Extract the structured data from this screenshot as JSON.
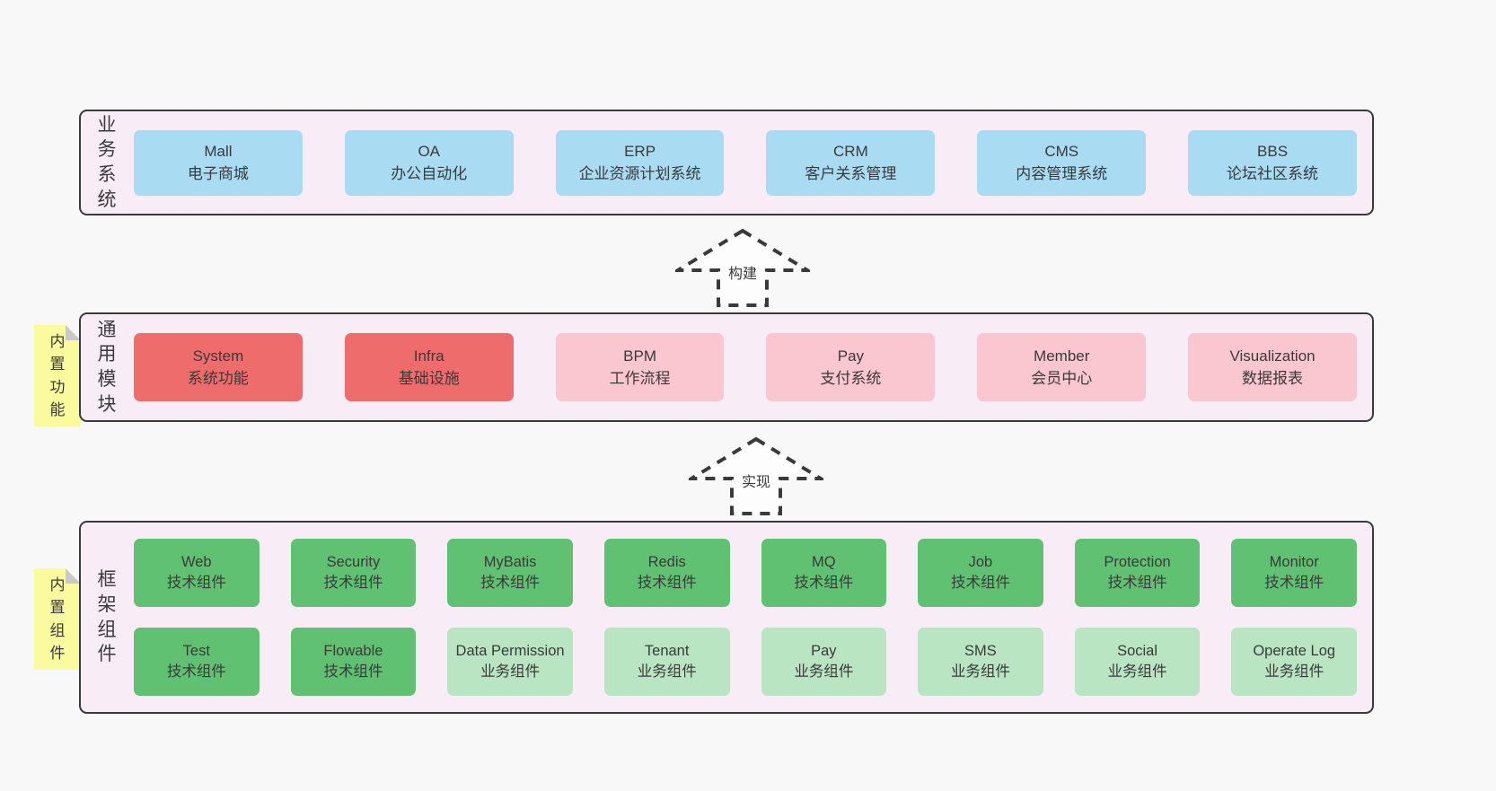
{
  "colors": {
    "page_bg": "#f8f8f8",
    "panel_bg": "#f8edf7",
    "panel_border": "#3a3a3a",
    "text": "#3a3a3a",
    "blue": "#a9dbf3",
    "red": "#ef6c6c",
    "pink": "#fac6d0",
    "green_dark": "#61c172",
    "green_light": "#b9e5c3",
    "note_bg": "#fafa9e",
    "note_fold": "#c9c9c9"
  },
  "arrows": [
    {
      "label": "构建"
    },
    {
      "label": "实现"
    }
  ],
  "layers": {
    "business": {
      "label": "业务系统",
      "boxes": [
        {
          "title": "Mall",
          "subtitle": "电子商城"
        },
        {
          "title": "OA",
          "subtitle": "办公自动化"
        },
        {
          "title": "ERP",
          "subtitle": "企业资源计划系统"
        },
        {
          "title": "CRM",
          "subtitle": "客户关系管理"
        },
        {
          "title": "CMS",
          "subtitle": "内容管理系统"
        },
        {
          "title": "BBS",
          "subtitle": "论坛社区系统"
        }
      ]
    },
    "modules": {
      "label": "通用模块",
      "note": "内置功能",
      "boxes": [
        {
          "title": "System",
          "subtitle": "系统功能",
          "variant": "red"
        },
        {
          "title": "Infra",
          "subtitle": "基础设施",
          "variant": "red"
        },
        {
          "title": "BPM",
          "subtitle": "工作流程",
          "variant": "pink"
        },
        {
          "title": "Pay",
          "subtitle": "支付系统",
          "variant": "pink"
        },
        {
          "title": "Member",
          "subtitle": "会员中心",
          "variant": "pink"
        },
        {
          "title": "Visualization",
          "subtitle": "数据报表",
          "variant": "pink"
        }
      ]
    },
    "framework": {
      "label": "框架组件",
      "note": "内置组件",
      "rows": [
        [
          {
            "title": "Web",
            "subtitle": "技术组件",
            "variant": "green-dark"
          },
          {
            "title": "Security",
            "subtitle": "技术组件",
            "variant": "green-dark"
          },
          {
            "title": "MyBatis",
            "subtitle": "技术组件",
            "variant": "green-dark"
          },
          {
            "title": "Redis",
            "subtitle": "技术组件",
            "variant": "green-dark"
          },
          {
            "title": "MQ",
            "subtitle": "技术组件",
            "variant": "green-dark"
          },
          {
            "title": "Job",
            "subtitle": "技术组件",
            "variant": "green-dark"
          },
          {
            "title": "Protection",
            "subtitle": "技术组件",
            "variant": "green-dark"
          },
          {
            "title": "Monitor",
            "subtitle": "技术组件",
            "variant": "green-dark"
          }
        ],
        [
          {
            "title": "Test",
            "subtitle": "技术组件",
            "variant": "green-dark"
          },
          {
            "title": "Flowable",
            "subtitle": "技术组件",
            "variant": "green-dark"
          },
          {
            "title": "Data Permission",
            "subtitle": "业务组件",
            "variant": "green-light"
          },
          {
            "title": "Tenant",
            "subtitle": "业务组件",
            "variant": "green-light"
          },
          {
            "title": "Pay",
            "subtitle": "业务组件",
            "variant": "green-light"
          },
          {
            "title": "SMS",
            "subtitle": "业务组件",
            "variant": "green-light"
          },
          {
            "title": "Social",
            "subtitle": "业务组件",
            "variant": "green-light"
          },
          {
            "title": "Operate Log",
            "subtitle": "业务组件",
            "variant": "green-light"
          }
        ]
      ]
    }
  }
}
